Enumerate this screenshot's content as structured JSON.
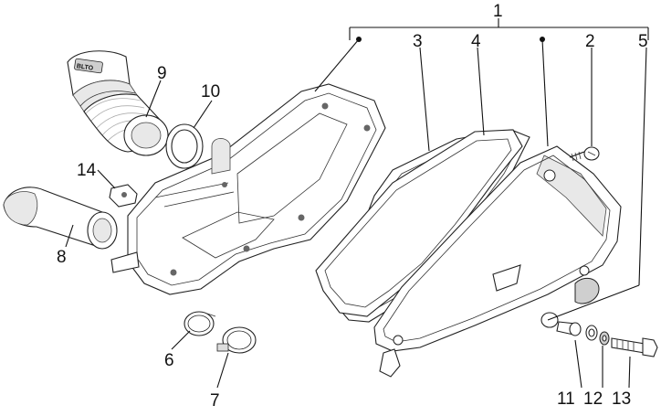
{
  "diagram": {
    "callouts": [
      "1",
      "2",
      "3",
      "4",
      "5",
      "6",
      "7",
      "8",
      "9",
      "10",
      "11",
      "12",
      "13",
      "14"
    ],
    "brand_mark": "BLTO"
  }
}
